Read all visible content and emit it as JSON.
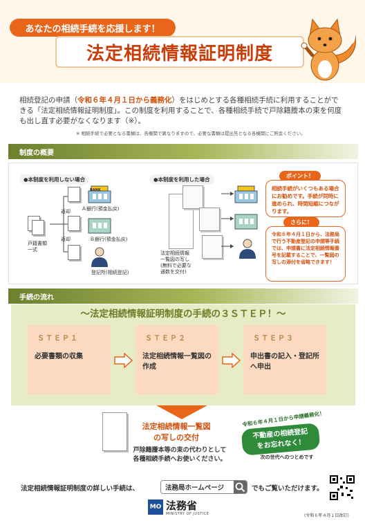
{
  "header": {
    "tagline": "あなたの相続手続を応援します！",
    "title": "法定相続情報証明制度"
  },
  "intro": {
    "p1": "相続登記の申請（",
    "p1_hl": "令和６年４月１日から義務化",
    "p2": "）をはじめとする各種相続手続に利用することができる「法定相続情報証明制度」。この制度を利用することで、各種相続手続で戸除籍謄本の束を何度も出し直す必要がなくなります（※）。",
    "footnote": "※ 相続手続で必要となる書類は、各機関で異なりますので、必要な書類は提出先となる各機関にご照会ください。"
  },
  "overview": {
    "section_title": "制度の概要",
    "without_head": "●本制度を利用しない場合",
    "with_head": "●本制度を利用した場合",
    "koseki_label": "戸籍書類一式",
    "return1": "返却",
    "return2": "返却",
    "bank_a": "Ａ銀行(預金払戻)",
    "bank_b": "Ｂ銀行(預金払戻)",
    "registry": "登記所(相続登記)",
    "bank_sign": "BANK",
    "copy_note1": "法定相続情報",
    "copy_note2": "一覧図の写し",
    "copy_note3": "(無料で必要な",
    "copy_note4": "通数を交付)",
    "point_pill": "ポイント！",
    "point_text": "相続手続がいくつもある場合にお勧めです。手続が同時に進められ、時間短縮につながります。",
    "more_pill": "さらに！",
    "more_text": "令和６年４月１日から、法務局で行う不動産登記の申請等手続では、申請書に法定相続情報番号を記載することで、一覧図の写しの添付を省略できます！"
  },
  "flow": {
    "section_title": "手続の流れ",
    "steps_title": "〜法定相続情報証明制度の手続の３ＳＴＥＰ！〜",
    "steps": [
      {
        "label": "ＳＴＥＰ１",
        "text": "必要書類の収集"
      },
      {
        "label": "ＳＴＥＰ２",
        "text": "法定相続情報一覧図の作成"
      },
      {
        "label": "ＳＴＥＰ３",
        "text": "申出書の記入・登記所へ申出"
      }
    ],
    "result_title1": "法定相続情報一覧図",
    "result_title2": "の写しの交付",
    "result_sub1": "戸除籍謄本等の束の代わりとして",
    "result_sub2": "各種相続手続へお使いください。",
    "stamp_top": "令和６年４月１日から申請義務化！",
    "stamp_main1": "不動産の相続登記",
    "stamp_main2": "をお忘れなく！",
    "stamp_bottom": "次の世代へのつとめです"
  },
  "footer": {
    "line_prefix": "法定相続情報証明制度の詳しい手続は、",
    "search_text": "法務局ホームページ",
    "line_suffix": "でもご覧いただけます。",
    "ministry": "法務省",
    "ministry_en": "MINISTRY OF JUSTICE",
    "revised": "(令和６年４月１日改訂)"
  },
  "colors": {
    "accent_orange": "#e8651a",
    "title_red": "#c93d08",
    "olive": "#6e7f2e",
    "step_fill": "#fbdac1",
    "steps_bg": "#e7ecc7"
  }
}
